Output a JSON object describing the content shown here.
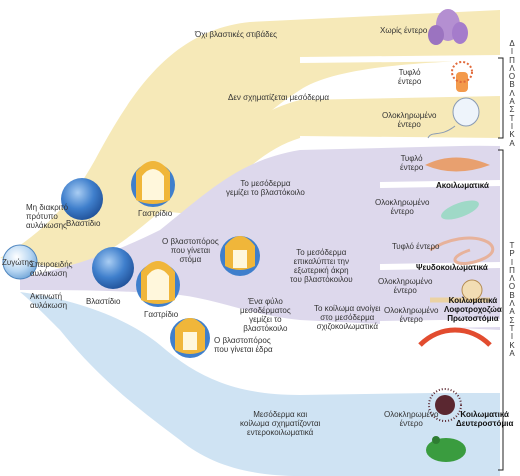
{
  "labels": {
    "no_germ_layers": "Όχι βλαστικές στιβάδες",
    "no_gut": "Χωρίς έντερο",
    "blind_gut_1": "Τυφλό\nέντερο",
    "no_mesoderm": "Δεν σχηματίζεται μεσόδερμα",
    "complete_gut_1": "Ολοκληρωμένο\nέντερο",
    "zygote": "Ζυγώτης",
    "indeterminate": "Μη διακριτό\nπρότυπο\nαυλάκωσης",
    "blastula_1": "Βλαστίδιο",
    "gastrula_1": "Γαστρίδιο",
    "mesoderm_fills": "Το μεσόδερμα\nγεμίζει το βλαστόκοιλο",
    "blind_gut_2": "Τυφλό\nέντερο",
    "acoelomates": "Ακοιλωματικά",
    "complete_gut_2": "Ολοκληρωμένο\nέντερο",
    "spiral": "Σπειροειδής\nαυλάκωση",
    "blastopore_mouth": "Ο βλαστοπόρος\nπου γίνεται\nστόμα",
    "mesoderm_lines": "Το μεσόδερμα\nεπικαλύπτει την\nεξωτερική άκρη\nτου βλαστόκοιλου",
    "blind_gut_3": "Τυφλό έντερο",
    "pseudocoelomates": "Ψευδοκοιλωματικά",
    "complete_gut_3": "Ολοκληρωμένο\nέντερο",
    "radial": "Ακτινωτή\nαυλάκωση",
    "blastula_2": "Βλαστίδιο",
    "gastrula_2": "Γαστρίδιο",
    "mesoderm_sheet": "Ένα φύλο\nμεσοδέρματος\nγεμίζει το\nβλαστόκοιλο",
    "schizocoel": "Το κοίλωμα ανοίγει\nστο μεσόδερμα\nσχιζοκοιλωματικά",
    "complete_gut_4": "Ολοκληρωμένο\nέντερο",
    "protostome_group": "Κοιλωματικά\nΛοφοτροχοζώα\nΠρωτοστόμια",
    "blastopore_anus": "Ο βλαστοπόρος\nπου γίνεται έδρα",
    "enterocoel": "Μεσόδερμα και\nκοίλωμα σχηματίζονται\nεντεροκοιλωματικά",
    "complete_gut_5": "Ολοκληρωμένο\nέντερο",
    "deuterostome_group": "Κοιλωματικά\nΔευτεροστόμια",
    "diploblastic": "ΔΙΠΛΟΒΛΑΣΤΙΚΑ",
    "triploblastic": "ΤΡΙΠΛΟΒΛΑΣΤΙΚΑ"
  },
  "colors": {
    "top_branch": "#f6e9b8",
    "middle_branch": "#ddd8ec",
    "bottom_branch": "#cfe3f3",
    "embryo_blue": "#3f7fcc",
    "embryo_yellow": "#f0b63a"
  },
  "icons": [
    "sponge-icon",
    "sea-anemone-icon",
    "comb-jelly-icon",
    "flatworm-icon",
    "rotifer-icon",
    "nematode-icon",
    "snail-icon",
    "earthworm-icon",
    "sea-urchin-icon",
    "frog-icon"
  ]
}
